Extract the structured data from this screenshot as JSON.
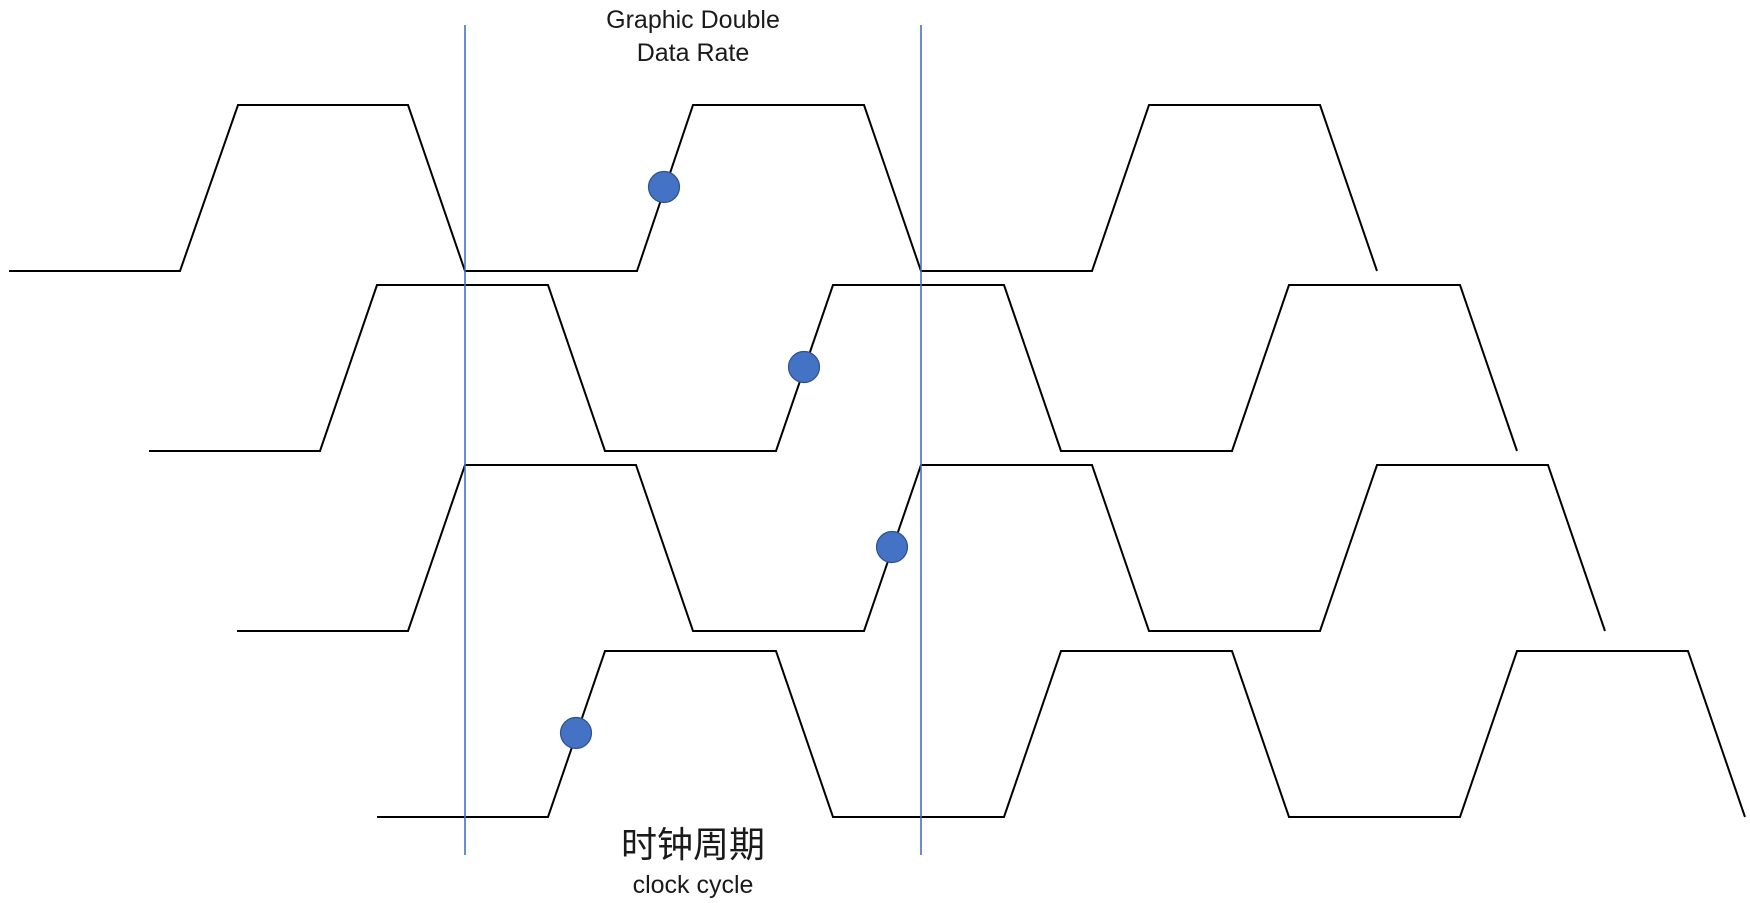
{
  "title": {
    "line1": "Graphic Double",
    "line2": "Data Rate"
  },
  "caption": {
    "chinese": "时钟周期",
    "english": "clock cycle"
  },
  "colors": {
    "waveform": "#000000",
    "marker_line": "#4472c4",
    "dot_fill": "#4472c4",
    "dot_stroke": "#2f528f"
  },
  "waveforms": {
    "count": 4,
    "sample_dots_per_waveform": 1
  }
}
